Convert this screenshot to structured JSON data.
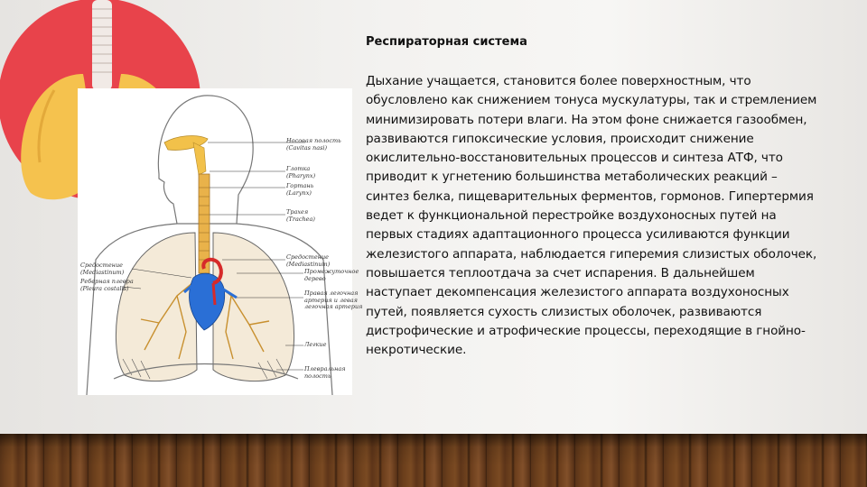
{
  "slide": {
    "title": "Респираторная система",
    "body": "Дыхание учащается, становится более поверхностным, что обусловлено как снижением тонуса мускулатуры, так и стремлением минимизировать потери влаги.  На этом фоне снижается газообмен, развиваются гипоксические условия, происходит снижение окислительно-восстановительных процессов и синтеза АТФ, что приводит к угнетению большинства метаболических реакций – синтез белка, пищеварительных ферментов, гормонов. Гипертермия ведет к функциональной перестройке воздухоносных путей на первых стадиях адаптационного процесса усиливаются функции железистого аппарата, наблюдается гиперемия слизистых оболочек, повышается теплоотдача за счет испарения. В дальнейшем наступает декомпенсация железистого аппарата воздухоносных путей, появляется сухость слизистых оболочек, развиваются дистрофические и атрофические процессы, переходящие в гнойно-некротические."
  },
  "diagram": {
    "labels_right": [
      "Носовая полость",
      "(Cavitas nasi)",
      "Глотка",
      "(Pharynx)",
      "Гортань",
      "(Larynx)",
      "Трахея",
      "(Trachea)",
      "Средостение",
      "(Mediastinum)",
      "Промежуточное",
      "дерево",
      "Правая легочная",
      "артерия и левая",
      "легочная артерия",
      "Легкие",
      "Плевральная",
      "полость"
    ],
    "labels_left": [
      "Средостение",
      "(Mediastinum)",
      "Реберная плевра",
      "(Pleura costalis)"
    ]
  },
  "colors": {
    "circle_red": "#e8434b",
    "lung_yellow": "#f5c24e",
    "airway_yellow": "#f2c14a",
    "heart_blue": "#2a6fd6",
    "artery_red": "#d62a2a",
    "wood": "#6b3f1c"
  }
}
